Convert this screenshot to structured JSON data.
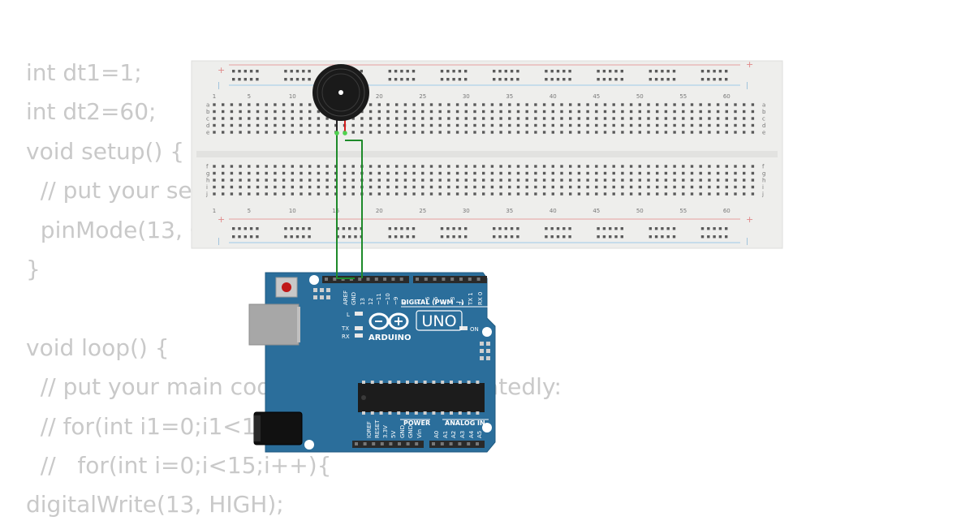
{
  "code_lines": [
    "int dt1=1;",
    "int dt2=60;",
    "void setup() {",
    "  // put your setup code here, to run once:",
    "  pinMode(13, OUTPUT);",
    "}",
    "",
    "void loop() {",
    "  // put your main code here, to run repeatedly:",
    "  // for(int i1=0;i1<10;i1++){",
    "  //   for(int i=0;i<15;i++){",
    "digitalWrite(13, HIGH);"
  ],
  "breadboard": {
    "column_numbers": [
      "1",
      "5",
      "10",
      "15",
      "20",
      "25",
      "30",
      "35",
      "40",
      "45",
      "50",
      "55",
      "60"
    ],
    "row_letters_top": [
      "a",
      "b",
      "c",
      "d",
      "e"
    ],
    "row_letters_bottom": [
      "f",
      "g",
      "h",
      "i",
      "j"
    ],
    "plus_label": "+",
    "minus_label": "|"
  },
  "arduino": {
    "brand": "ARDUINO",
    "model": "UNO",
    "digital_label": "DIGITAL (PWM ~)",
    "power_label": "POWER",
    "analog_label": "ANALOG IN",
    "on_label": "ON",
    "l_label": "L",
    "tx_label": "TX",
    "rx_label": "RX",
    "digital_pins": [
      "AREF",
      "GND",
      "13",
      "12",
      "~11",
      "~10",
      "~9",
      "8",
      "7",
      "~6",
      "~5",
      "4",
      "~3",
      "2",
      "TX 1",
      "RX 0"
    ],
    "power_pins": [
      "IOREF",
      "RESET",
      "3.3V",
      "5V",
      "GND",
      "GND",
      "Vin"
    ],
    "analog_pins": [
      "A0",
      "A1",
      "A2",
      "A3",
      "A4",
      "A5"
    ]
  },
  "colors": {
    "code_text": "#c9c9c9",
    "breadboard": "#eeeeec",
    "board_blue": "#2b6e9b",
    "wire_green": "#1e8a2a",
    "buzzer": "#1a1a1a"
  },
  "icons": [
    "buzzer-icon",
    "arduino-infinity-logo-icon"
  ]
}
